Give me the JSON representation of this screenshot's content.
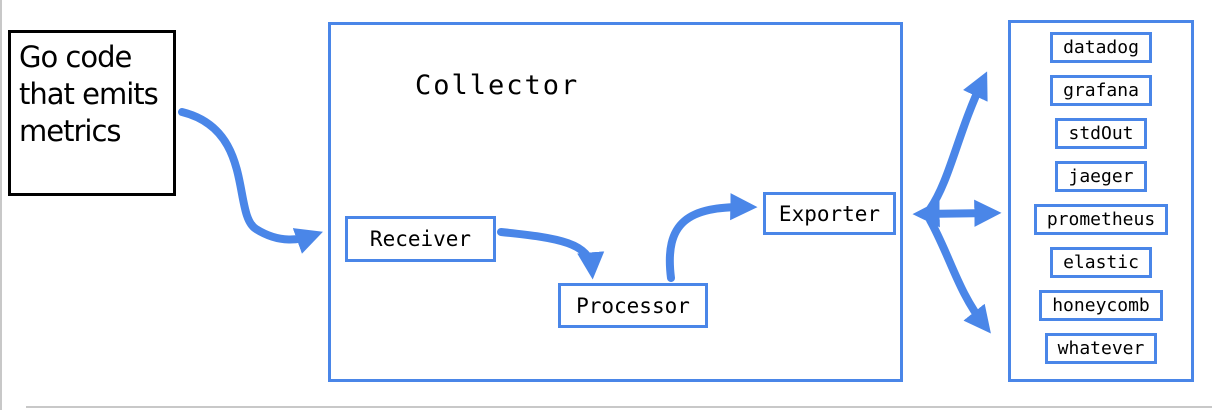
{
  "colors": {
    "accent": "#4a86e8",
    "source_border": "#000000",
    "edge_gray": "#c8c8c8"
  },
  "source_box": {
    "lines": [
      "Go code",
      "that emits",
      "metrics"
    ]
  },
  "collector": {
    "title": "Collector",
    "components": [
      {
        "label": "Receiver"
      },
      {
        "label": "Processor"
      },
      {
        "label": "Exporter"
      }
    ]
  },
  "destinations": [
    "datadog",
    "grafana",
    "stdOut",
    "jaeger",
    "prometheus",
    "elastic",
    "honeycomb",
    "whatever"
  ]
}
